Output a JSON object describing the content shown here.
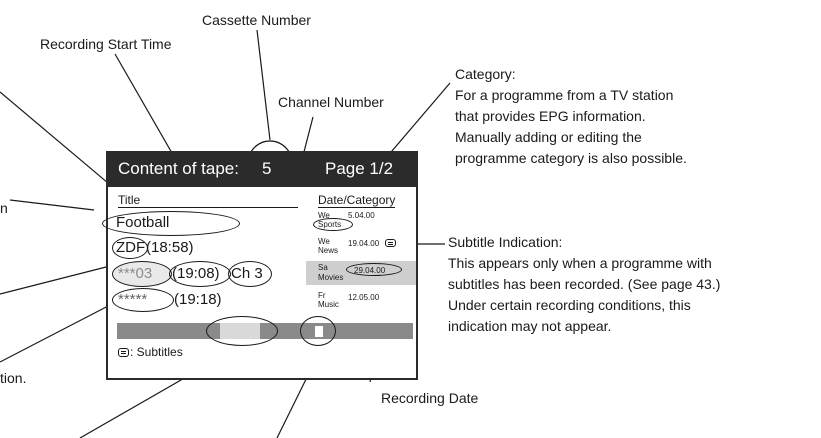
{
  "callouts": {
    "cassette_number": "Cassette Number",
    "recording_start_time": "Recording Start Time",
    "channel_number": "Channel Number",
    "recording_date": "Recording Date",
    "category_title": "Category:",
    "category_lines": [
      "For a programme from a TV station",
      "that provides EPG information.",
      "Manually adding or editing the",
      "programme category is also possible."
    ],
    "subtitle_title": "Subtitle Indication:",
    "subtitle_lines": [
      "This appears only when a programme with",
      "subtitles has been recorded. (See page 43.)",
      "Under certain recording conditions, this",
      "indication may not appear."
    ],
    "left_fragment_1": "n",
    "left_fragment_2": "tion."
  },
  "screen": {
    "header_left": "Content of tape:",
    "tape_number": "5",
    "page": "Page 1/2",
    "col_title": "Title",
    "col_date": "Date/Category",
    "rows": [
      {
        "title": "Football",
        "day": "We",
        "date": "5.04.00",
        "category": "Sports"
      },
      {
        "station": "ZDF",
        "time": "(18:58)",
        "day": "We",
        "date": "19.04.00",
        "category": "News"
      },
      {
        "masked": "***03",
        "time": "(19:08)",
        "channel": "Ch 3",
        "day": "Sa",
        "date": "29.04.00",
        "category": "Movies"
      },
      {
        "masked": "*****",
        "time": "(19:18)",
        "day": "Fr",
        "date": "12.05.00",
        "category": "Music"
      }
    ],
    "footer_legend": ": Subtitles"
  }
}
